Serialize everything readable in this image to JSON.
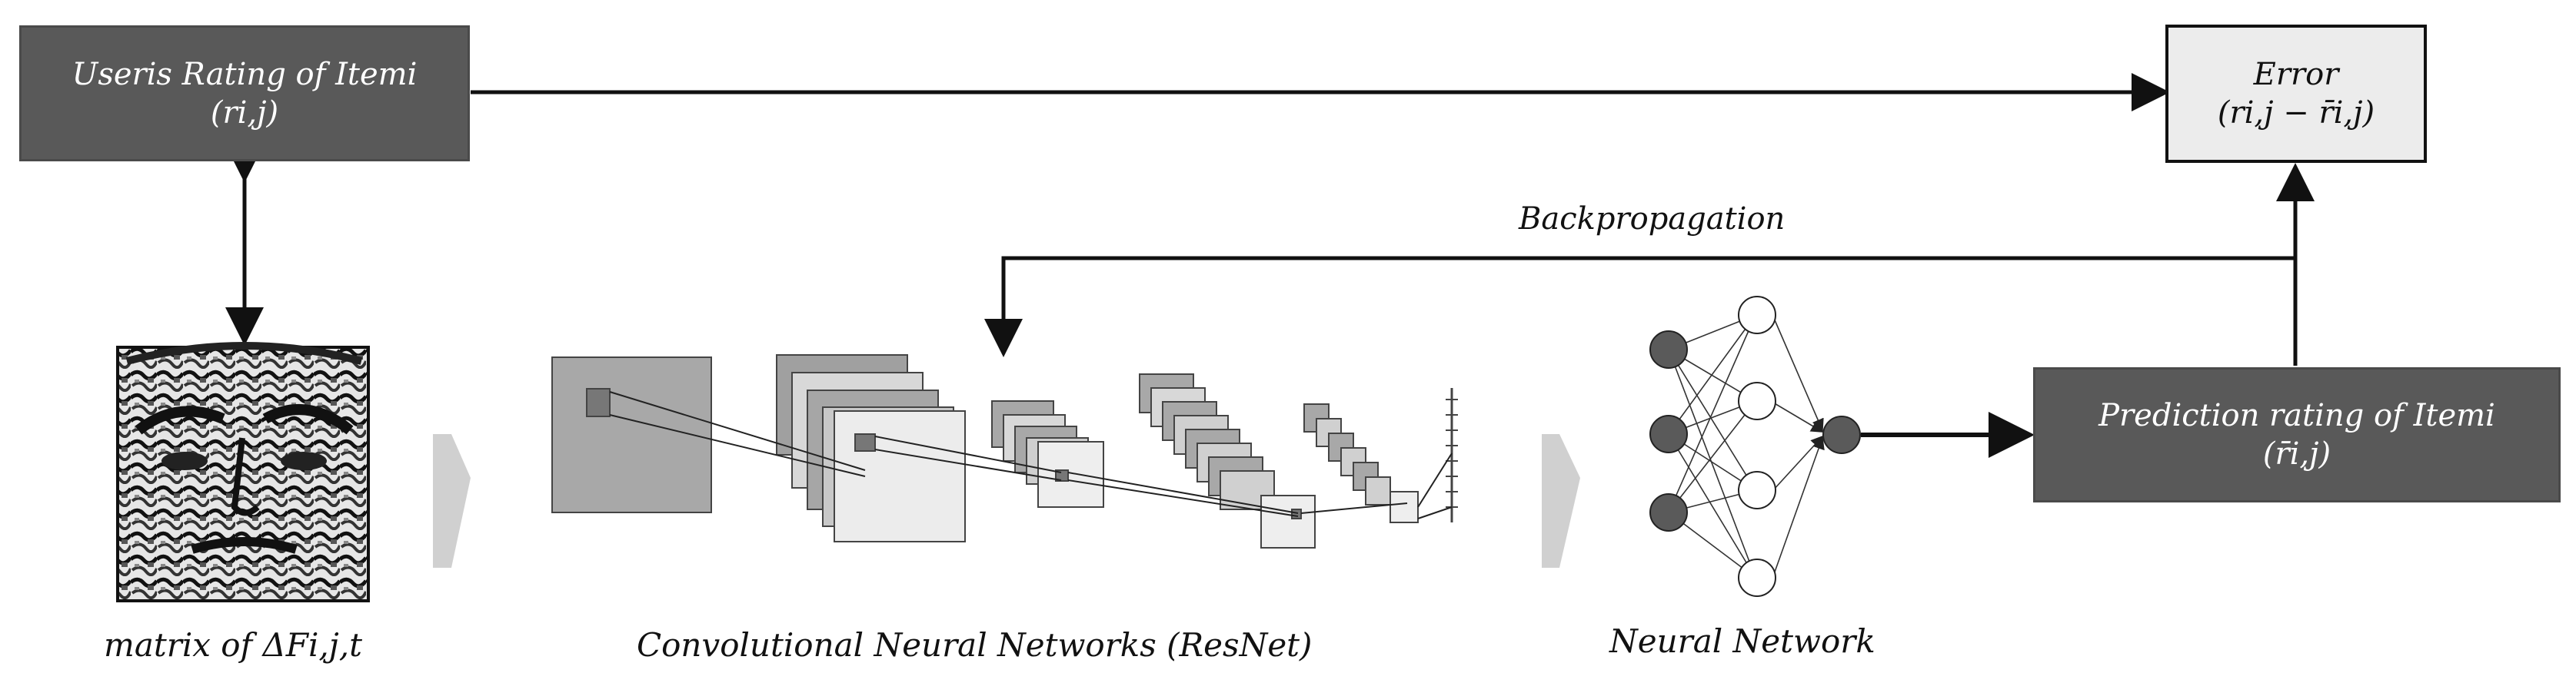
{
  "boxes": {
    "rating": {
      "line1": "Useris Rating of Itemi",
      "line2": "(ri,j)"
    },
    "error": {
      "line1": "Error",
      "line2": "(ri,j − r̄i,j)"
    },
    "prediction": {
      "line1": "Prediction rating of Itemi",
      "line2": "(r̄i,j)"
    }
  },
  "labels": {
    "backprop": "Backpropagation",
    "matrix": "matrix of ΔFi,j,t",
    "cnn": "Convolutional Neural Networks (ResNet)",
    "nn": "Neural Network"
  },
  "colors": {
    "dark_box": "#595959",
    "light_box": "#ececec",
    "stroke": "#111111"
  }
}
